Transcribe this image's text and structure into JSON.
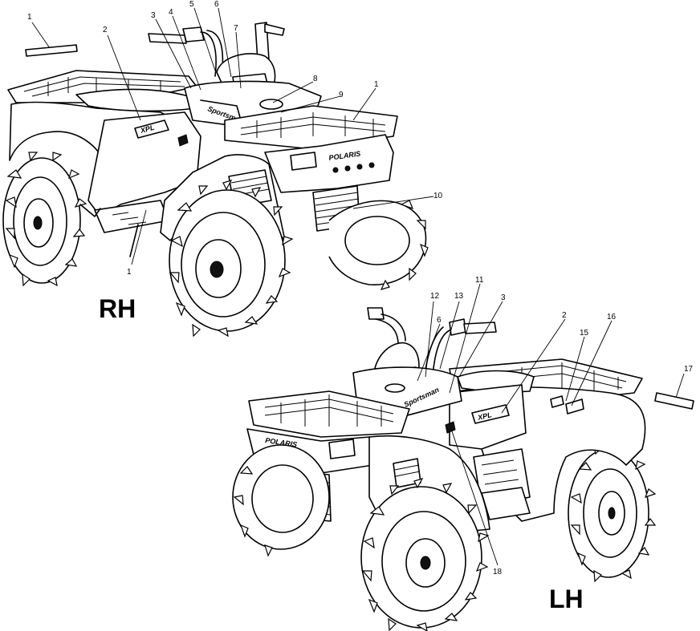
{
  "labels": {
    "rh": "RH",
    "lh": "LH"
  },
  "callouts_rh": [
    "1",
    "2",
    "3",
    "4",
    "5",
    "6",
    "7",
    "8",
    "9",
    "1",
    "10",
    "1"
  ],
  "callouts_lh": [
    "12",
    "13",
    "11",
    "3",
    "6",
    "2",
    "15",
    "16",
    "17",
    "18"
  ],
  "decals": {
    "brand_text": "POLARIS"
  }
}
